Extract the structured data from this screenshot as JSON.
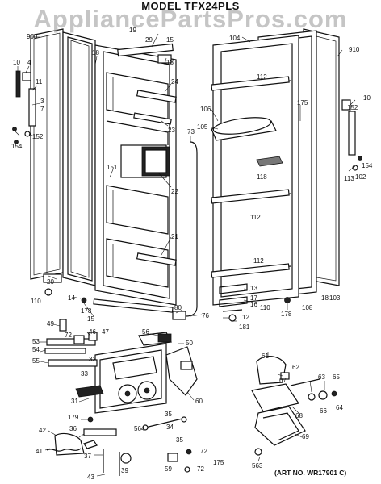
{
  "title": "MODEL TFX24PLS",
  "watermark": "AppliancePartsPros.com",
  "art_number": "(ART NO. WR17901 C)",
  "colors": {
    "ink": "#111111",
    "watermark": "#969696",
    "background": "#ffffff"
  },
  "callouts": [
    {
      "id": "c900",
      "text": "900"
    },
    {
      "id": "c10",
      "text": "10"
    },
    {
      "id": "c4",
      "text": "4"
    },
    {
      "id": "c11",
      "text": "11"
    },
    {
      "id": "c3",
      "text": "3"
    },
    {
      "id": "c7",
      "text": "7"
    },
    {
      "id": "c154l",
      "text": "154"
    },
    {
      "id": "c152l",
      "text": "152"
    },
    {
      "id": "c18a",
      "text": "18"
    },
    {
      "id": "c19",
      "text": "19"
    },
    {
      "id": "c29",
      "text": "29"
    },
    {
      "id": "c15a",
      "text": "15"
    },
    {
      "id": "c18b",
      "text": "18"
    },
    {
      "id": "c24",
      "text": "24"
    },
    {
      "id": "c23",
      "text": "23"
    },
    {
      "id": "c151",
      "text": "151"
    },
    {
      "id": "c22",
      "text": "22"
    },
    {
      "id": "c21",
      "text": "21"
    },
    {
      "id": "c20",
      "text": "20"
    },
    {
      "id": "c110a",
      "text": "110"
    },
    {
      "id": "c14",
      "text": "14"
    },
    {
      "id": "c178a",
      "text": "178"
    },
    {
      "id": "c15b",
      "text": "15"
    },
    {
      "id": "c80",
      "text": "80"
    },
    {
      "id": "c76",
      "text": "76"
    },
    {
      "id": "c73",
      "text": "73"
    },
    {
      "id": "c104",
      "text": "104"
    },
    {
      "id": "c910",
      "text": "910"
    },
    {
      "id": "c112a",
      "text": "112"
    },
    {
      "id": "c175a",
      "text": "175"
    },
    {
      "id": "c106",
      "text": "106"
    },
    {
      "id": "c105",
      "text": "105"
    },
    {
      "id": "c118",
      "text": "118"
    },
    {
      "id": "c112b",
      "text": "112"
    },
    {
      "id": "c112c",
      "text": "112"
    },
    {
      "id": "c113",
      "text": "113"
    },
    {
      "id": "c102",
      "text": "102"
    },
    {
      "id": "c154r",
      "text": "154"
    },
    {
      "id": "c152r",
      "text": "152"
    },
    {
      "id": "c10r",
      "text": "10"
    },
    {
      "id": "c110b",
      "text": "110"
    },
    {
      "id": "c178b",
      "text": "178"
    },
    {
      "id": "c108",
      "text": "108"
    },
    {
      "id": "c103",
      "text": "103"
    },
    {
      "id": "c18c",
      "text": "18"
    },
    {
      "id": "c13",
      "text": "13"
    },
    {
      "id": "c17",
      "text": "17"
    },
    {
      "id": "c16",
      "text": "16"
    },
    {
      "id": "c12",
      "text": "12"
    },
    {
      "id": "c181",
      "text": "181"
    },
    {
      "id": "c49",
      "text": "49"
    },
    {
      "id": "c72a",
      "text": "72"
    },
    {
      "id": "c46",
      "text": "46"
    },
    {
      "id": "c47",
      "text": "47"
    },
    {
      "id": "c56",
      "text": "56"
    },
    {
      "id": "c53",
      "text": "53"
    },
    {
      "id": "c54",
      "text": "54"
    },
    {
      "id": "c55",
      "text": "55"
    },
    {
      "id": "c32",
      "text": "32"
    },
    {
      "id": "c33",
      "text": "33"
    },
    {
      "id": "c31",
      "text": "31"
    },
    {
      "id": "c179",
      "text": "179"
    },
    {
      "id": "c42",
      "text": "42"
    },
    {
      "id": "c36",
      "text": "36"
    },
    {
      "id": "c41",
      "text": "41"
    },
    {
      "id": "c37",
      "text": "37"
    },
    {
      "id": "c43",
      "text": "43"
    },
    {
      "id": "c39",
      "text": "39"
    },
    {
      "id": "c564",
      "text": "564"
    },
    {
      "id": "c35a",
      "text": "35"
    },
    {
      "id": "c34",
      "text": "34"
    },
    {
      "id": "c35b",
      "text": "35"
    },
    {
      "id": "c50",
      "text": "50"
    },
    {
      "id": "c60",
      "text": "60"
    },
    {
      "id": "c59",
      "text": "59"
    },
    {
      "id": "c72b",
      "text": "72"
    },
    {
      "id": "c175b",
      "text": "175"
    },
    {
      "id": "c72c",
      "text": "72"
    },
    {
      "id": "c61",
      "text": "61"
    },
    {
      "id": "c62",
      "text": "62"
    },
    {
      "id": "c63",
      "text": "63"
    },
    {
      "id": "c65",
      "text": "65"
    },
    {
      "id": "c67",
      "text": "67"
    },
    {
      "id": "c66",
      "text": "66"
    },
    {
      "id": "c64",
      "text": "64"
    },
    {
      "id": "c68",
      "text": "68"
    },
    {
      "id": "c69",
      "text": "69"
    },
    {
      "id": "c563",
      "text": "563"
    }
  ]
}
